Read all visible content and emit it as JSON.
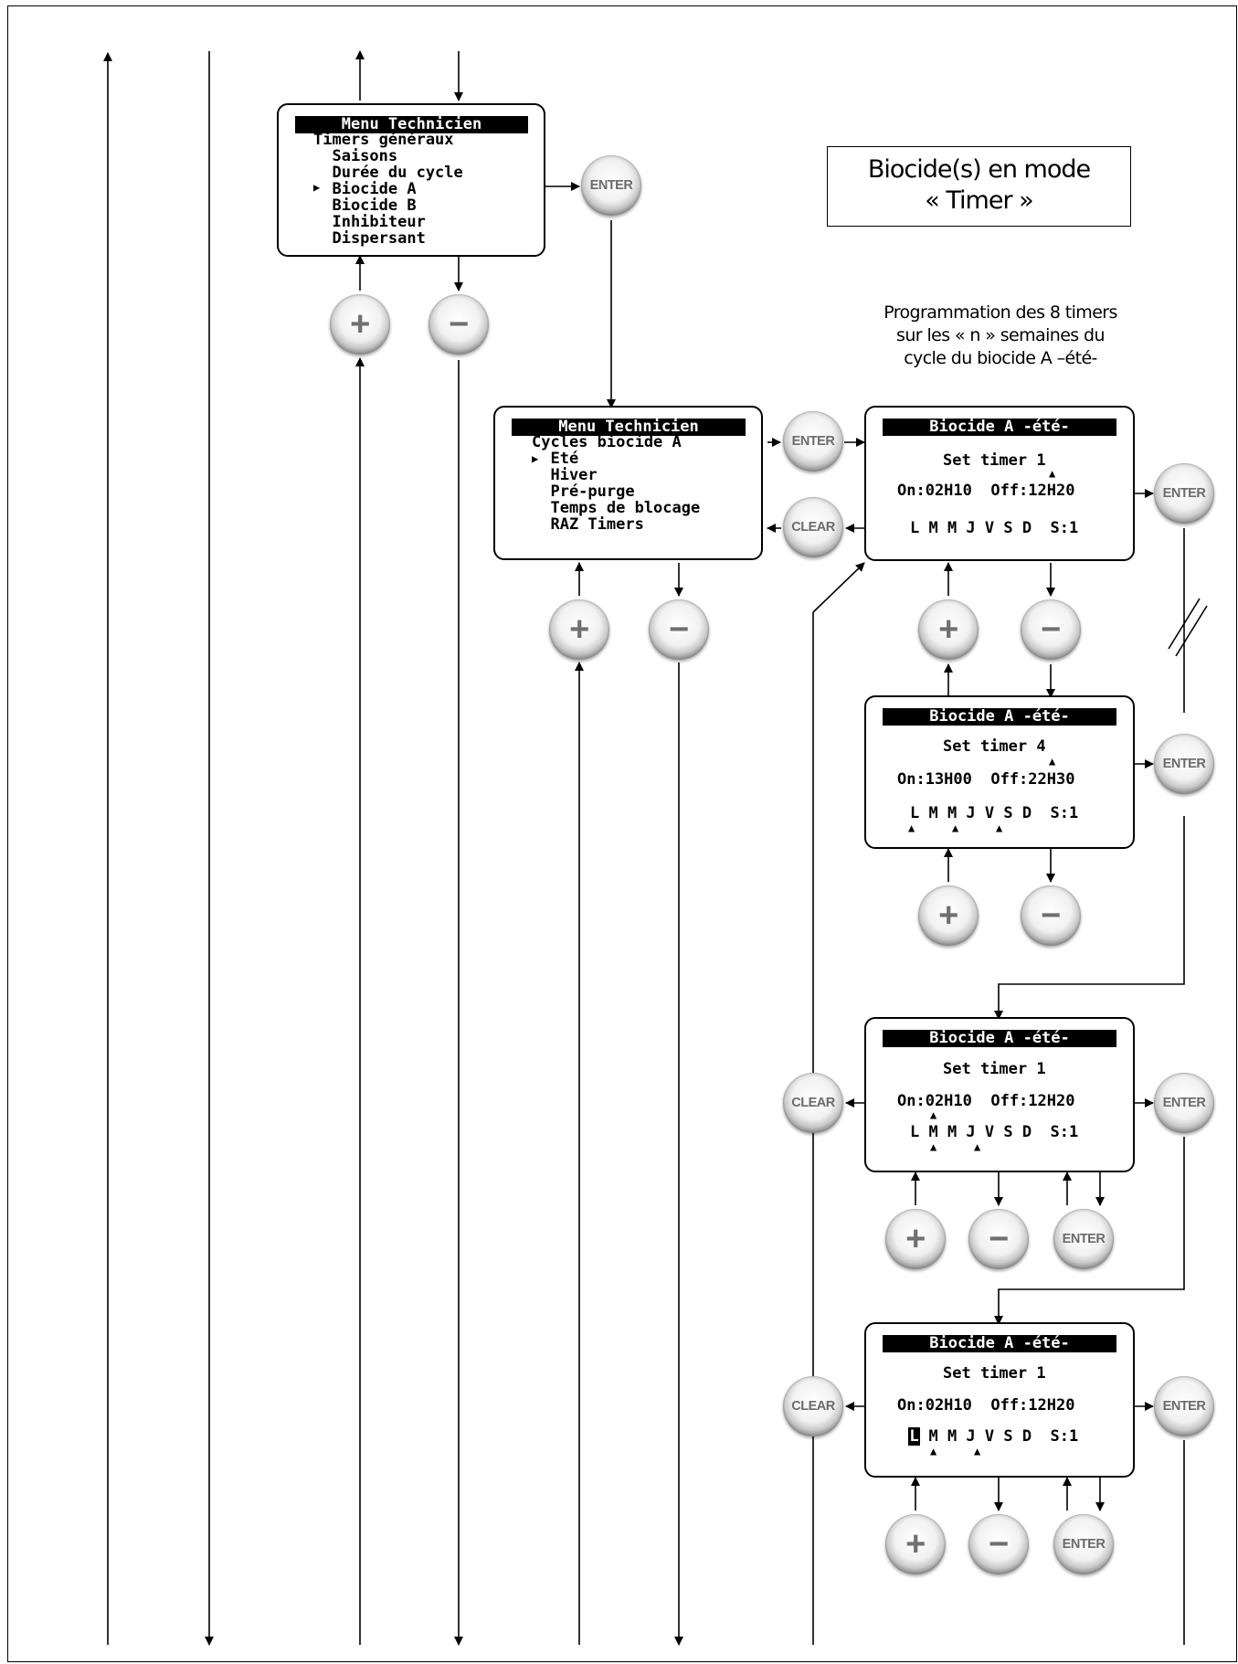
{
  "title": "Biocide(s) en mode\n« Timer »",
  "note": "Programmation des 8 timers\nsur les « n » semaines du\ncycle du biocide A –été-",
  "buttons": {
    "enter": "ENTER",
    "clear": "CLEAR",
    "plus": "+",
    "minus": "−"
  },
  "lcd1": {
    "header": "Menu Technicien",
    "lines": [
      "Timers généraux",
      "  Saisons",
      "  Durée du cycle",
      "  Biocide A",
      "  Biocide B",
      "  Inhibiteur",
      "  Dispersant"
    ],
    "pointer": "▶"
  },
  "lcd2": {
    "header": "Menu Technicien",
    "lines": [
      "Cycles biocide A",
      "  Eté",
      "  Hiver",
      "  Pré-purge",
      "  Temps de blocage",
      "  RAZ Timers"
    ],
    "pointer": "▶"
  },
  "lcd3": {
    "header": "Biocide A -été-",
    "timer": "Set timer 1",
    "onoff": "On:02H10  Off:12H20",
    "days": "L M M J V S D  S:1"
  },
  "lcd4": {
    "header": "Biocide A -été-",
    "timer": "Set timer 4",
    "onoff": "On:13H00  Off:22H30",
    "days": "L M M J V S D  S:1"
  },
  "lcd5": {
    "header": "Biocide A -été-",
    "timer": "Set timer 1",
    "onoff": "On:02H10  Off:12H20",
    "days": "L M M J V S D  S:1"
  },
  "lcd6": {
    "header": "Biocide A -été-",
    "timer": "Set timer 1",
    "onoff": "On:02H10  Off:12H20",
    "days": "  M M J V S D  S:1",
    "cursor": "L"
  }
}
